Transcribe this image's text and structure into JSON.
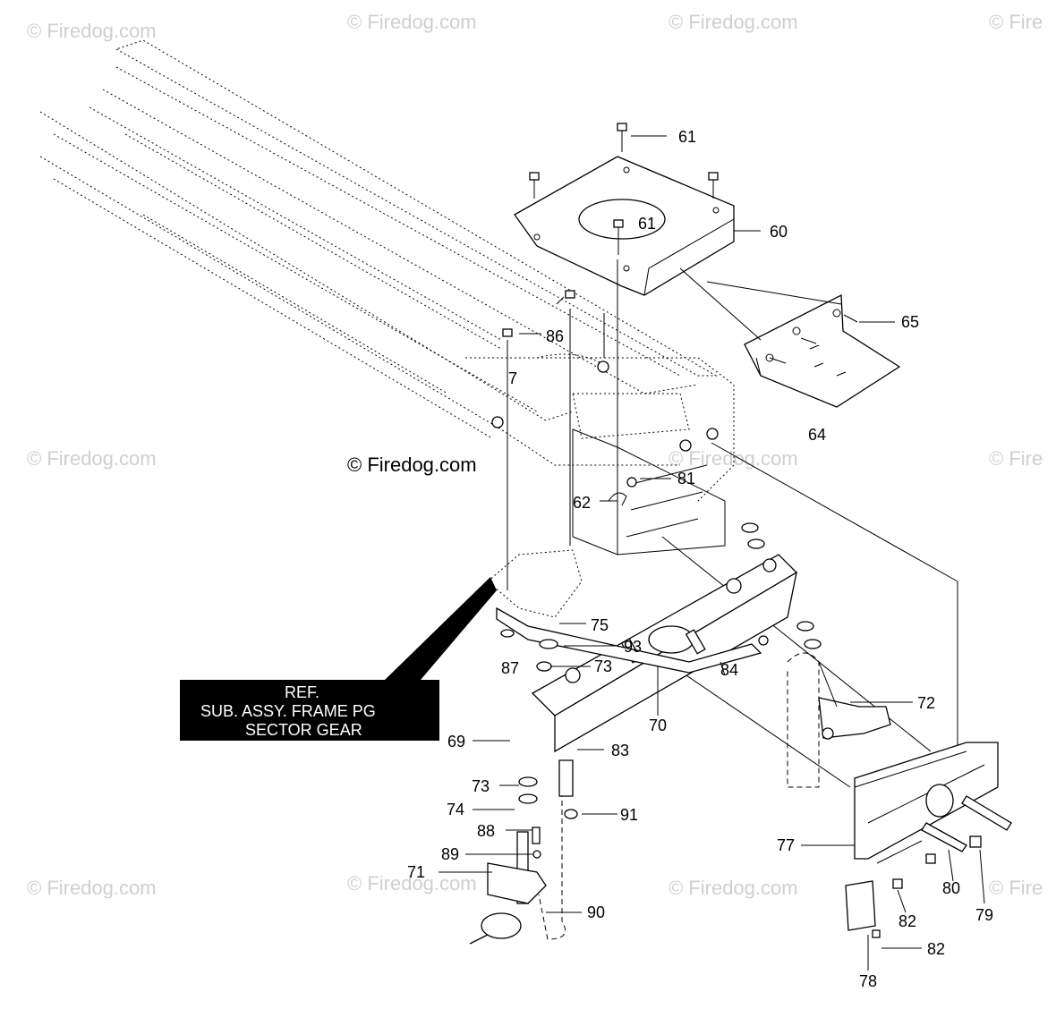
{
  "watermarks": {
    "text": "© Firedog.com",
    "text_cut": "© Fire",
    "center_copyright": "© Firedog.com"
  },
  "ref_box": {
    "line1": "REF.",
    "line2": "SUB. ASSY. FRAME PG",
    "line3": "SECTOR GEAR"
  },
  "callouts": {
    "c61a": "61",
    "c61b": "61",
    "c60": "60",
    "c65": "65",
    "c64": "64",
    "c86": "86",
    "c7": "7",
    "c81": "81",
    "c62": "62",
    "c75": "75",
    "c93": "93",
    "c87": "87",
    "c73a": "73",
    "c84": "84",
    "c72": "72",
    "c70": "70",
    "c69": "69",
    "c83": "83",
    "c73b": "73",
    "c74": "74",
    "c91": "91",
    "c88": "88",
    "c89": "89",
    "c71": "71",
    "c90": "90",
    "c77": "77",
    "c80": "80",
    "c79": "79",
    "c82a": "82",
    "c82b": "82",
    "c78": "78"
  }
}
